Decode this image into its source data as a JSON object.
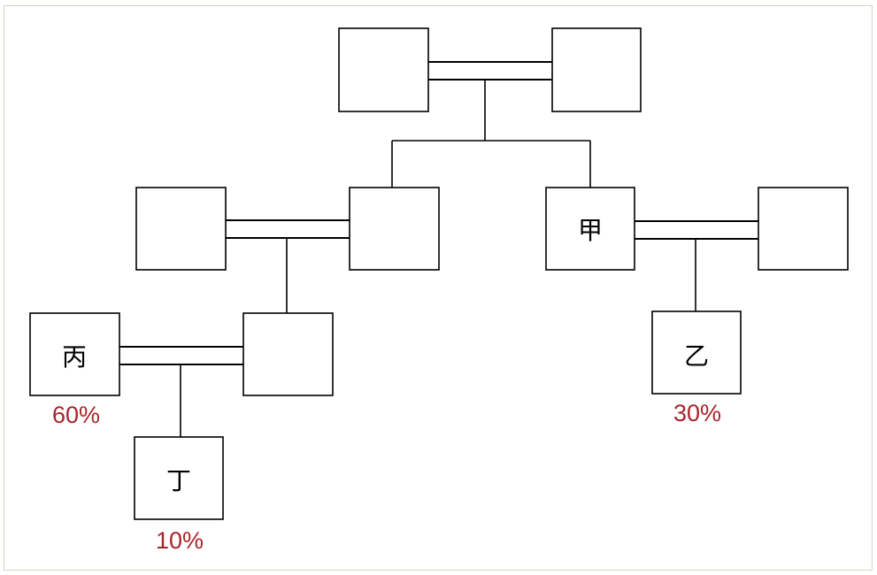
{
  "people": {
    "jia": {
      "label": "甲"
    },
    "yi": {
      "label": "乙",
      "share": "30%"
    },
    "bing": {
      "label": "丙",
      "share": "60%"
    },
    "ding": {
      "label": "丁",
      "share": "10%"
    }
  },
  "colors": {
    "box_border": "#000000",
    "line": "#000000",
    "share_text": "#a8242a",
    "frame_border": "#d6d3c4"
  }
}
